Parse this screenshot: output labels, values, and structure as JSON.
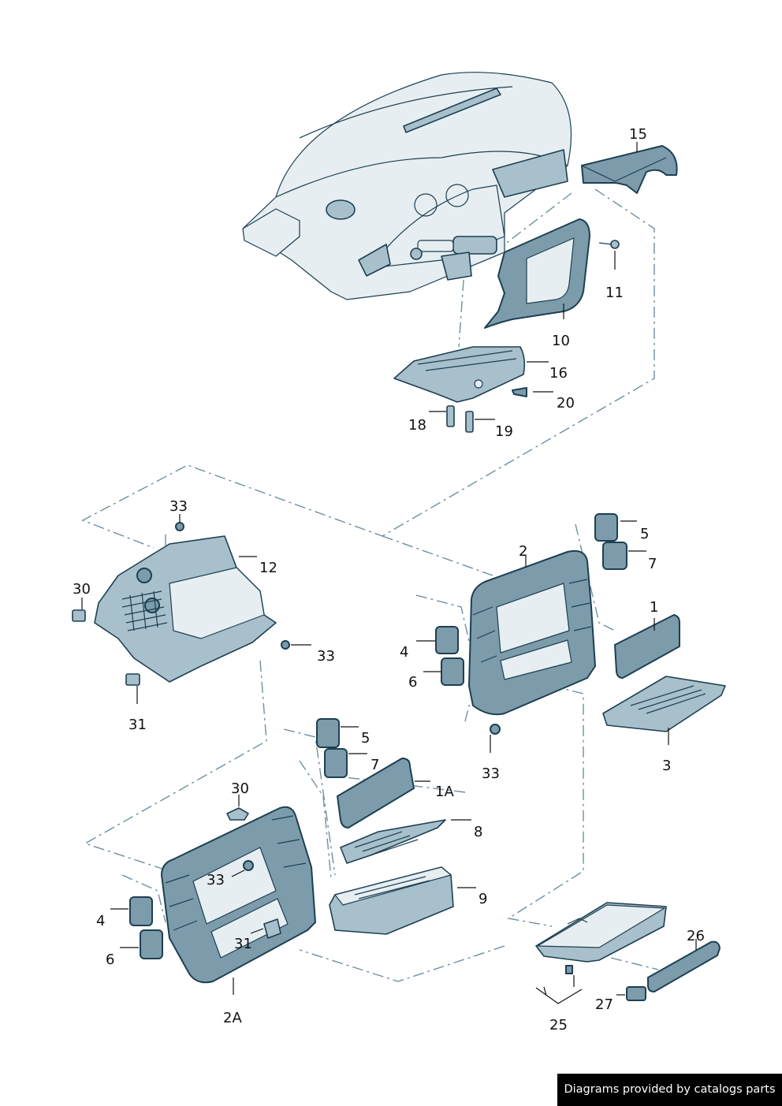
{
  "callouts": {
    "c15": "15",
    "c11": "11",
    "c10": "10",
    "c16": "16",
    "c20": "20",
    "c18": "18",
    "c19": "19",
    "c33a": "33",
    "c12": "12",
    "c30a": "30",
    "c33b": "33",
    "c31a": "31",
    "c2": "2",
    "c5a": "5",
    "c7a": "7",
    "c1": "1",
    "c4a": "4",
    "c6a": "6",
    "c33c": "33",
    "c3": "3",
    "c5b": "5",
    "c7b": "7",
    "c1A": "1A",
    "c8": "8",
    "c30b": "30",
    "c33d": "33",
    "c9": "9",
    "c4b": "4",
    "c6b": "6",
    "c31b": "31",
    "c2A": "2A",
    "c26": "26",
    "c27": "27",
    "c25": "25"
  },
  "footer": {
    "text": "Diagrams provided by catalogs parts"
  },
  "colors": {
    "part_fill": "#c9d9e0",
    "part_stroke": "#1d3f52",
    "dash_line": "#6f8fa0",
    "footer_bg": "#000000"
  }
}
